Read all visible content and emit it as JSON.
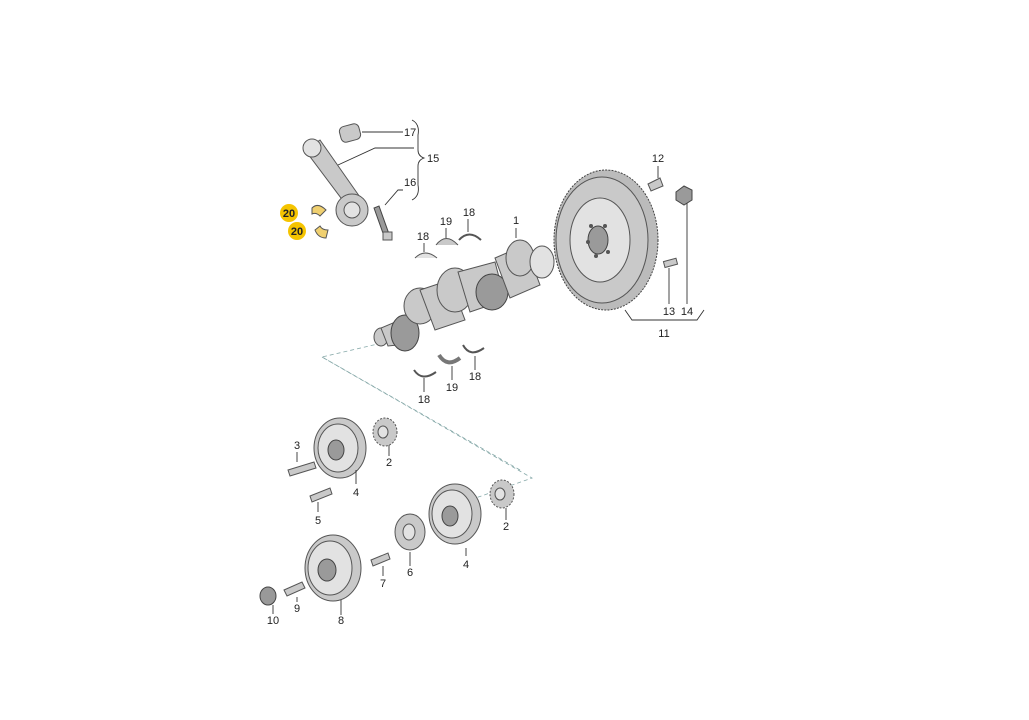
{
  "diagram": {
    "callouts": {
      "c1": "1",
      "c2a": "2",
      "c2b": "2",
      "c3": "3",
      "c4a": "4",
      "c4b": "4",
      "c5": "5",
      "c6": "6",
      "c7": "7",
      "c8": "8",
      "c9": "9",
      "c10": "10",
      "c11": "11",
      "c12": "12",
      "c13": "13",
      "c14": "14",
      "c15": "15",
      "c16": "16",
      "c17": "17",
      "c18a": "18",
      "c18b": "18",
      "c18c": "18",
      "c18d": "18",
      "c19a": "19",
      "c19b": "19",
      "c20a": "20",
      "c20b": "20"
    },
    "highlight_color": "#f5c400"
  }
}
